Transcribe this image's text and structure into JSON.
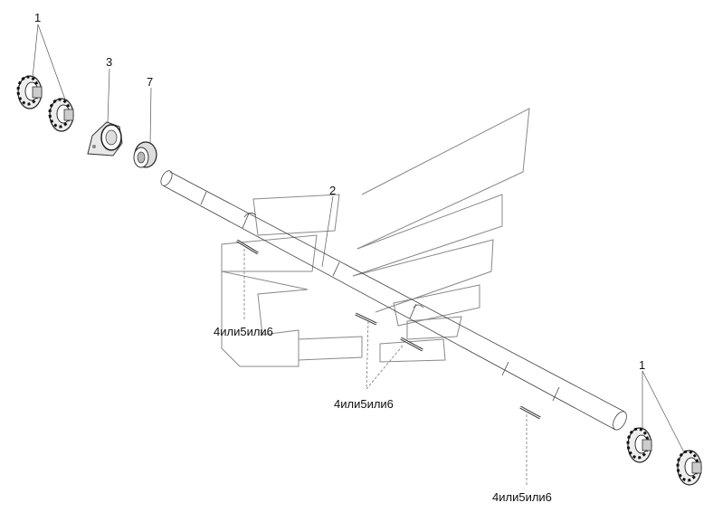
{
  "callouts": {
    "part_1_top": "1",
    "part_3": "3",
    "part_7": "7",
    "part_2": "2",
    "part_1_bottom": "1",
    "pin_label_left": "4или5или6",
    "pin_label_center": "4или5или6",
    "pin_label_right": "4или5или6"
  }
}
